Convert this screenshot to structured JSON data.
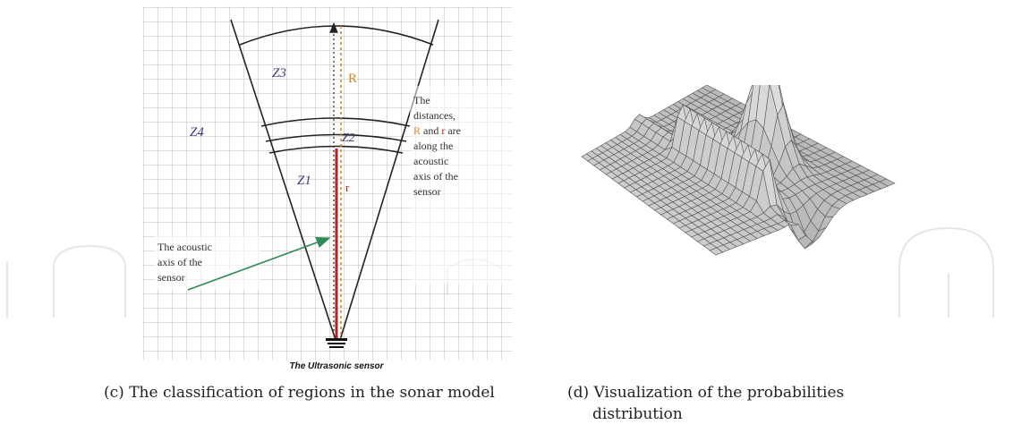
{
  "figure_c": {
    "zone_labels": {
      "z3_top": "Z3",
      "z4": "Z4",
      "z2": "Z2",
      "z1": "Z1"
    },
    "distance_big_r": "R",
    "distance_small_r": "r",
    "note_lines": [
      "The",
      "distances,",
      "R and r are",
      "along the",
      "acoustic",
      "axis of the",
      "sensor"
    ],
    "axis_note_lines": [
      "The acoustic",
      "axis of the",
      "sensor"
    ],
    "sensor_label": "The Ultrasonic sensor"
  },
  "captions": {
    "c": "(c) The classification of regions in the sonar model",
    "d_line1": "(d) Visualization of the probabilities",
    "d_line2": "distribution"
  },
  "colors": {
    "grid": "#bfbfbf",
    "big_r": "#d4881a",
    "small_r": "#b22222",
    "axis_arrow": "#2e8b57",
    "zone_text": "#3a3a7a",
    "watermark": "#e9e9e9"
  }
}
